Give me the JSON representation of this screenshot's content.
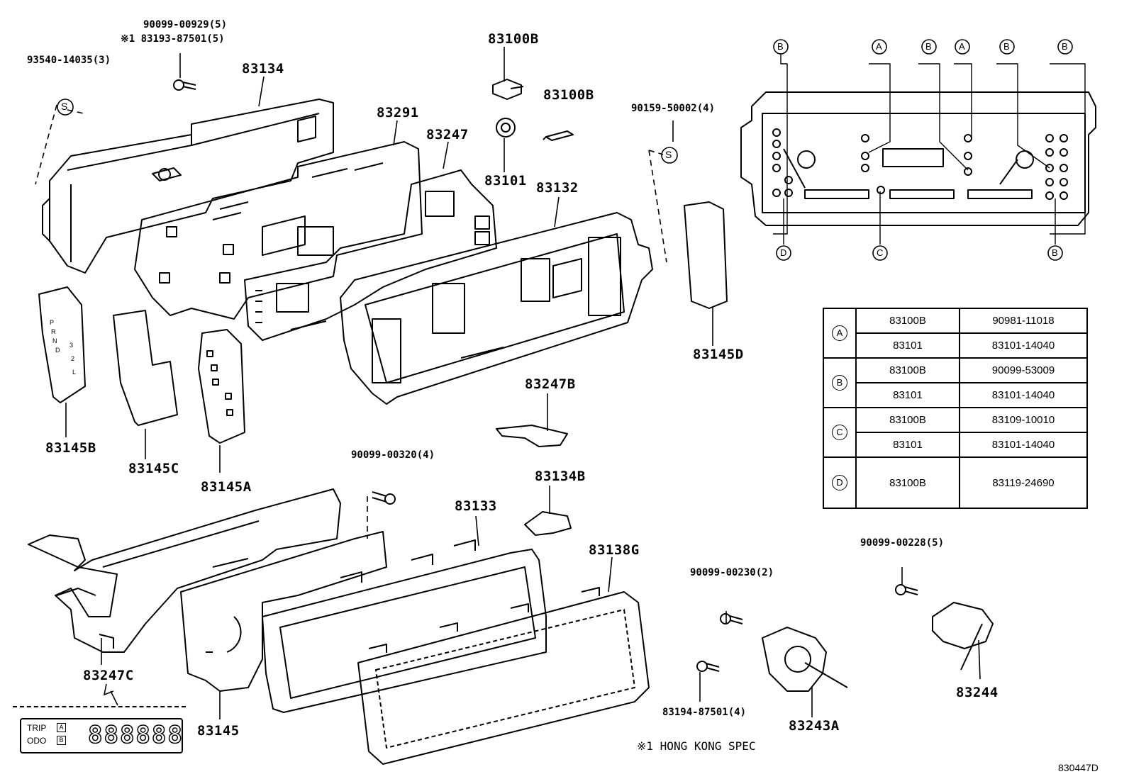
{
  "callouts": {
    "c90099_00929": "90099-00929(5)",
    "c83193_87501": "※1 83193-87501(5)",
    "c93540_14035": "93540-14035(3)",
    "c83134": "83134",
    "c83100b_top": "83100B",
    "c83100b_2": "83100B",
    "c83291": "83291",
    "c83247": "83247",
    "c83101": "83101",
    "c83132": "83132",
    "c90159_50002": "90159-50002(4)",
    "c83145d": "83145D",
    "c83145b": "83145B",
    "c83145c": "83145C",
    "c83145a": "83145A",
    "c83247b": "83247B",
    "c83134b": "83134B",
    "c90099_00320": "90099-00320(4)",
    "c83133": "83133",
    "c83138g": "83138G",
    "c90099_00228": "90099-00228(5)",
    "c90099_00230": "90099-00230(2)",
    "c83247c": "83247C",
    "c83145": "83145",
    "c83194_87501": "83194-87501(4)",
    "c83243a": "83243A",
    "c83244": "83244",
    "s1": "S",
    "s2": "S"
  },
  "bulb_positions": {
    "top": [
      "B",
      "A",
      "B",
      "A",
      "B",
      "B"
    ],
    "bottom": [
      "D",
      "C",
      "B"
    ]
  },
  "legend": [
    {
      "key": "A",
      "rows": [
        [
          "83100B",
          "90981-11018"
        ],
        [
          "83101",
          "83101-14040"
        ]
      ]
    },
    {
      "key": "B",
      "rows": [
        [
          "83100B",
          "90099-53009"
        ],
        [
          "83101",
          "83101-14040"
        ]
      ]
    },
    {
      "key": "C",
      "rows": [
        [
          "83100B",
          "83109-10010"
        ],
        [
          "83101",
          "83101-14040"
        ]
      ]
    },
    {
      "key": "D",
      "rows": [
        [
          "83100B",
          "83119-24690"
        ]
      ]
    }
  ],
  "shift_indicator": {
    "letters": [
      "P",
      "R",
      "N",
      "D",
      "3",
      "2",
      "L"
    ]
  },
  "odometer": {
    "trip": "TRIP",
    "odo": "ODO",
    "a": "A",
    "b": "B",
    "digits": "888888"
  },
  "footnote": "※1  HONG KONG SPEC",
  "diagram_id": "830447D",
  "colors": {
    "line": "#000000",
    "background": "#ffffff"
  }
}
